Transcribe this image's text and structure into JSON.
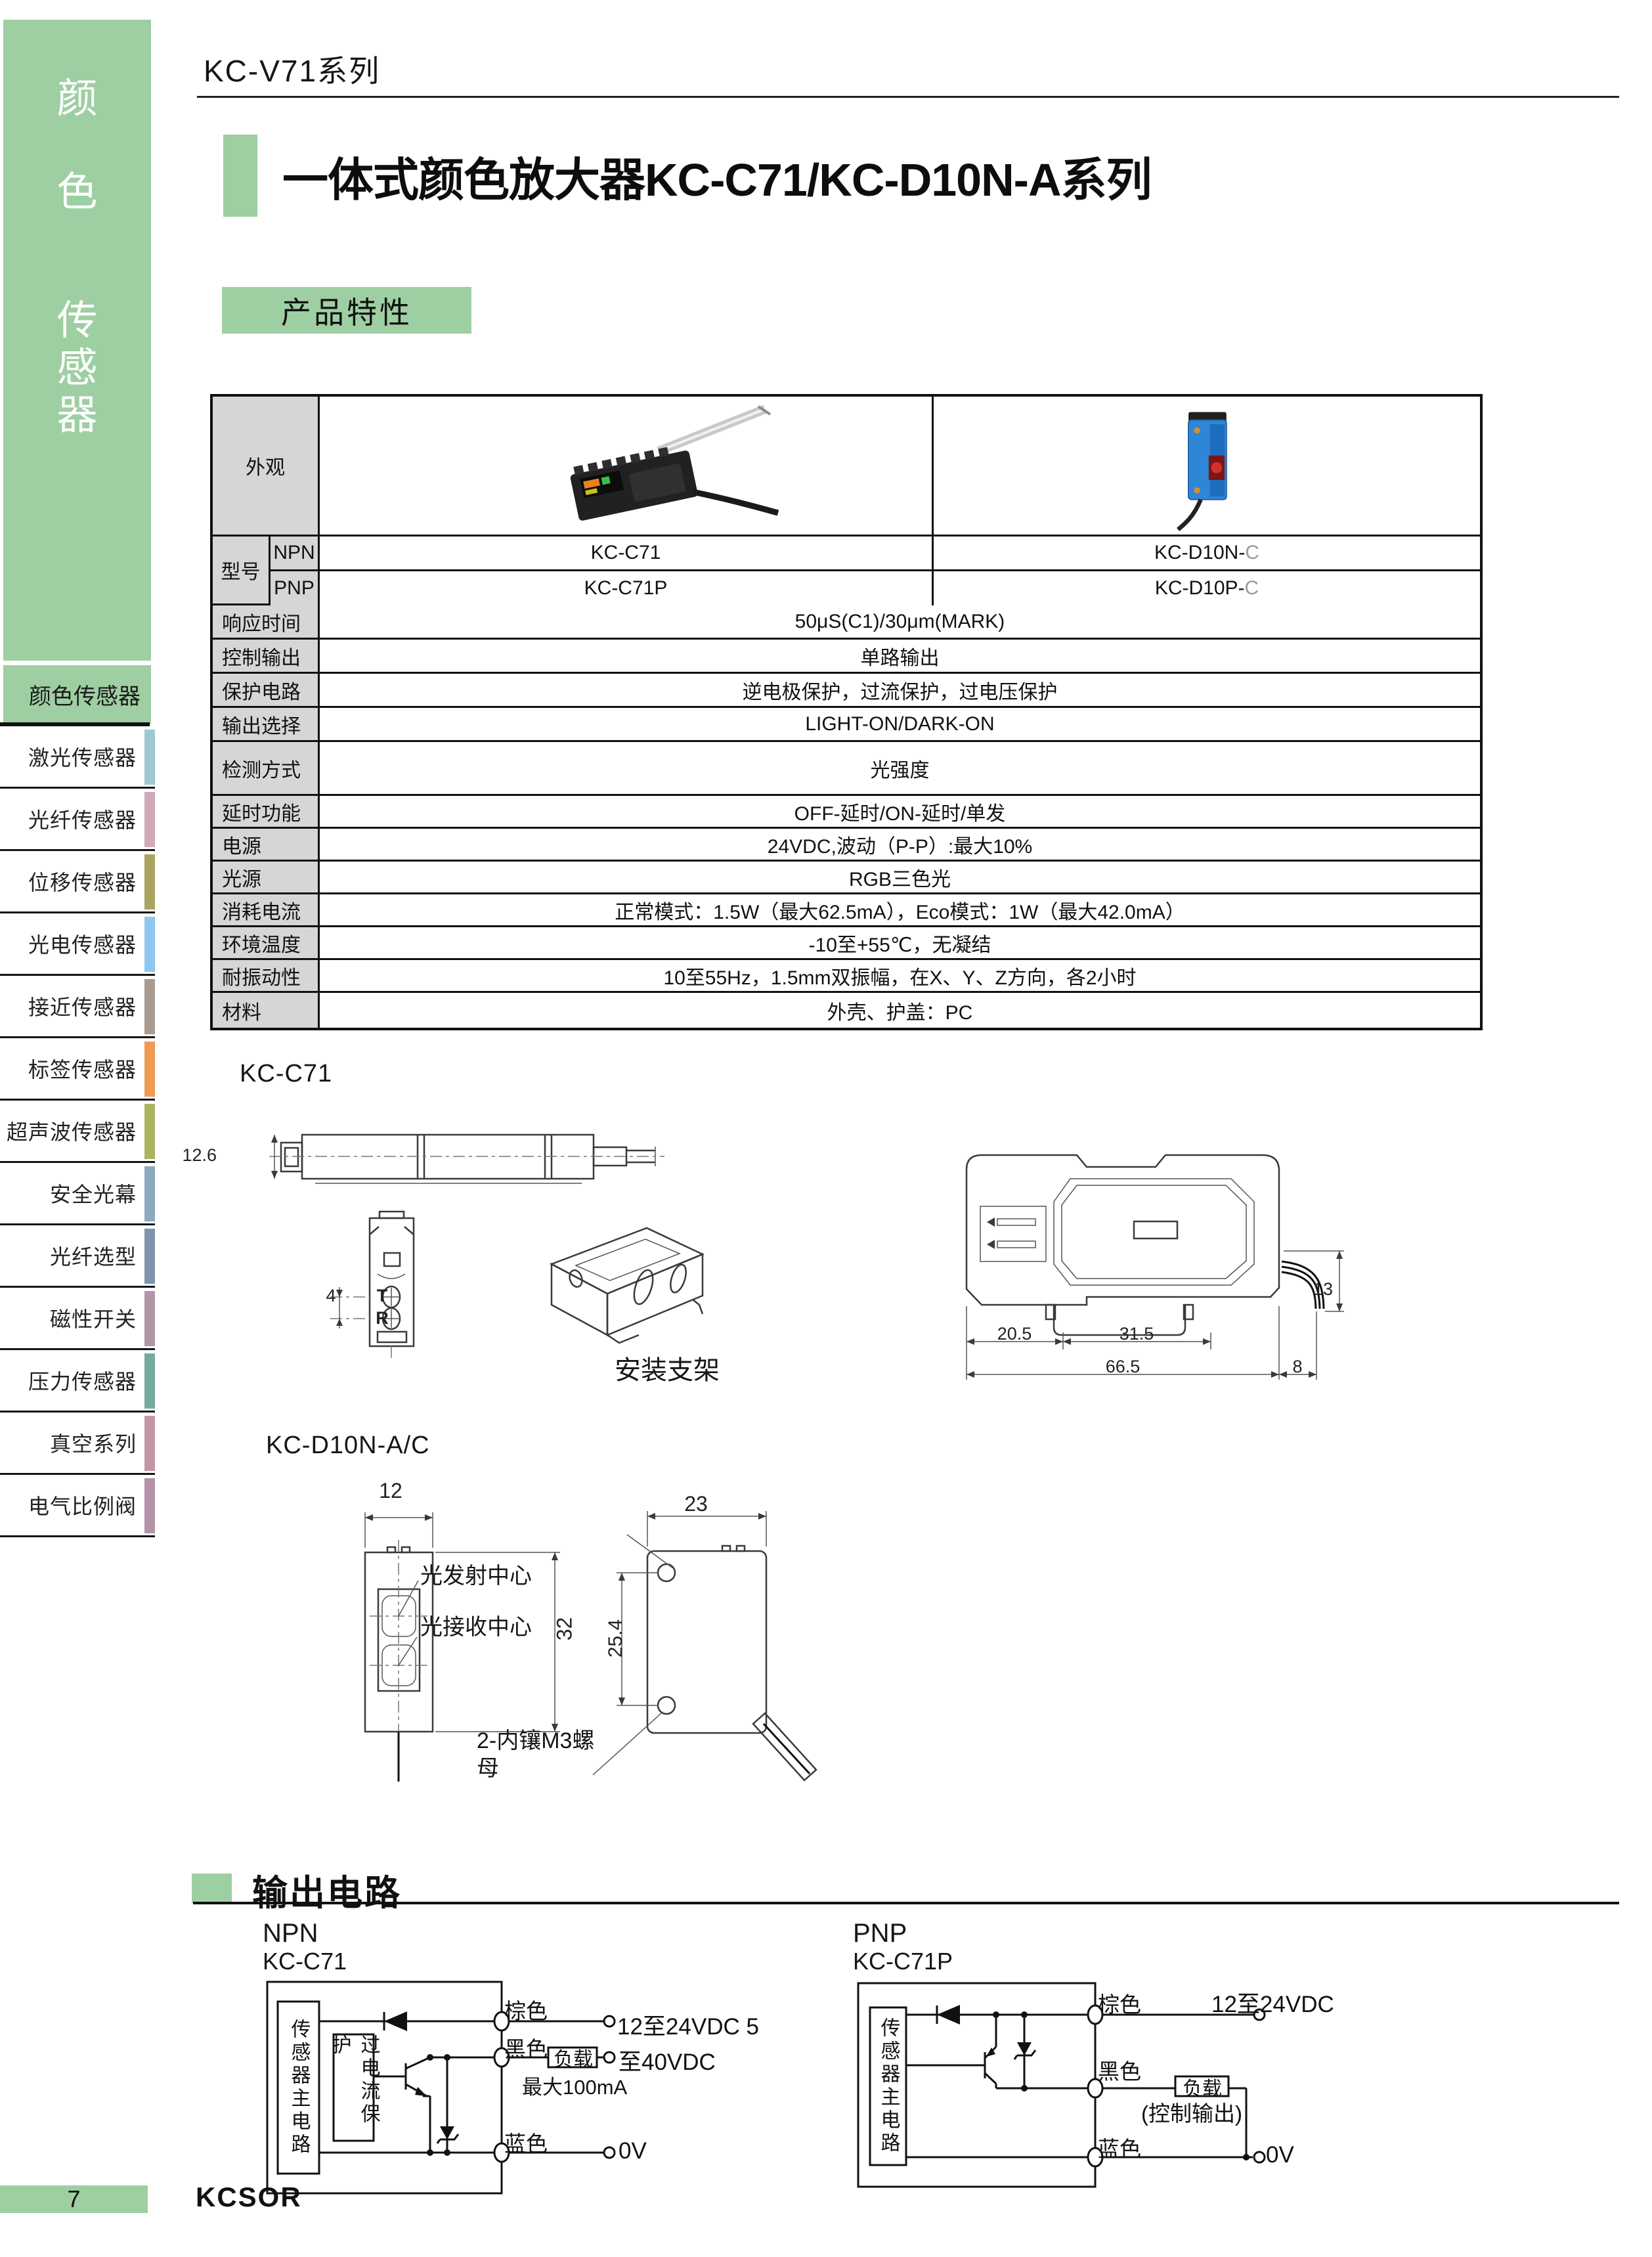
{
  "page": {
    "number": "7",
    "brand": "KCSOR"
  },
  "header": {
    "series": "KC-V71系列"
  },
  "title": {
    "text": "一体式颜色放大器KC-C71/KC-D10N-A系列"
  },
  "features": {
    "heading": "产品特性"
  },
  "sidebar": {
    "vertical_chars": [
      "颜",
      "色",
      "传",
      "感",
      "器"
    ],
    "active": "颜色传感器",
    "items": [
      {
        "label": "激光传感器",
        "color": "#9ec9d2"
      },
      {
        "label": "光纤传感器",
        "color": "#d0aab9"
      },
      {
        "label": "位移传感器",
        "color": "#a9a45f"
      },
      {
        "label": "光电传感器",
        "color": "#90c7f0"
      },
      {
        "label": "接近传感器",
        "color": "#a89b91"
      },
      {
        "label": "标签传感器",
        "color": "#f09b53"
      },
      {
        "label": "超声波传感器",
        "color": "#aab45f"
      },
      {
        "label": "安全光幕",
        "color": "#8baabb"
      },
      {
        "label": "光纤选型",
        "color": "#7e94ae"
      },
      {
        "label": "磁性开关",
        "color": "#b396a5"
      },
      {
        "label": "压力传感器",
        "color": "#75aaa1"
      },
      {
        "label": "真空系列",
        "color": "#c396a3"
      },
      {
        "label": "电气比例阀",
        "color": "#b393a7"
      }
    ]
  },
  "spec_table": {
    "appearance_label": "外观",
    "model_label": "型号",
    "npn": "NPN",
    "pnp": "PNP",
    "models": {
      "col1_npn": "KC-C71",
      "col1_pnp": "KC-C71P",
      "col2_npn_base": "KC-D10N-",
      "col2_npn_suffix": "C",
      "col2_pnp_base": "KC-D10P-",
      "col2_pnp_suffix": "C"
    },
    "rows": [
      {
        "label": "响应时间",
        "value": "50μS(C1)/30μm(MARK)"
      },
      {
        "label": "控制输出",
        "value": "单路输出"
      },
      {
        "label": "保护电路",
        "value": "逆电极保护，过流保护，过电压保护"
      },
      {
        "label": "输出选择",
        "value": "LIGHT-ON/DARK-ON"
      },
      {
        "label": "检测方式",
        "value": "光强度"
      },
      {
        "label": "延时功能",
        "value": "OFF-延时/ON-延时/单发"
      },
      {
        "label": "电源",
        "value": "24VDC,波动（P-P）:最大10%"
      },
      {
        "label": "光源",
        "value": "RGB三色光"
      },
      {
        "label": "消耗电流",
        "value": "正常模式：1.5W（最大62.5mA），Eco模式：1W（最大42.0mA）"
      },
      {
        "label": "环境温度",
        "value": "-10至+55℃，无凝结"
      },
      {
        "label": "耐振动性",
        "value": "10至55Hz，1.5mm双振幅，在X、Y、Z方向，各2小时"
      },
      {
        "label": "材料",
        "value": "外壳、护盖：PC"
      }
    ]
  },
  "drawings": {
    "c71": {
      "title": "KC-C71",
      "dim_height": "12.6",
      "dim_pitch": "4",
      "label_t": "T",
      "label_r": "R",
      "bracket": "安装支架",
      "amp": {
        "d1": "20.5",
        "d2": "31.5",
        "d3": "66.5",
        "d4": "8",
        "d5": "13"
      }
    },
    "d10": {
      "title": "KC-D10N-A/C",
      "dim_w_front": "12",
      "dim_w_side": "23",
      "dim_h": "32",
      "dim_holes": "25.4",
      "emit_label": "光发射中心",
      "recv_label": "光接收中心",
      "nut_note": "2-内镶M3螺母"
    }
  },
  "circuits": {
    "heading": "输出电路",
    "npn": {
      "type": "NPN",
      "model": "KC-C71",
      "main_box": "传感器主电路",
      "ocp_box": "过电流保护",
      "wire_brown": "棕色",
      "wire_black": "黑色",
      "wire_blue": "蓝色",
      "supply": "12至24VDC 5",
      "load_supply": "至40VDC",
      "load": "负载",
      "max_current": "最大100mA",
      "gnd": "0V"
    },
    "pnp": {
      "type": "PNP",
      "model": "KC-C71P",
      "main_box": "传感器主电路",
      "wire_brown": "棕色",
      "wire_black": "黑色",
      "wire_blue": "蓝色",
      "supply": "12至24VDC",
      "load": "负载",
      "load_note": "(控制输出)",
      "gnd": "0V"
    }
  }
}
